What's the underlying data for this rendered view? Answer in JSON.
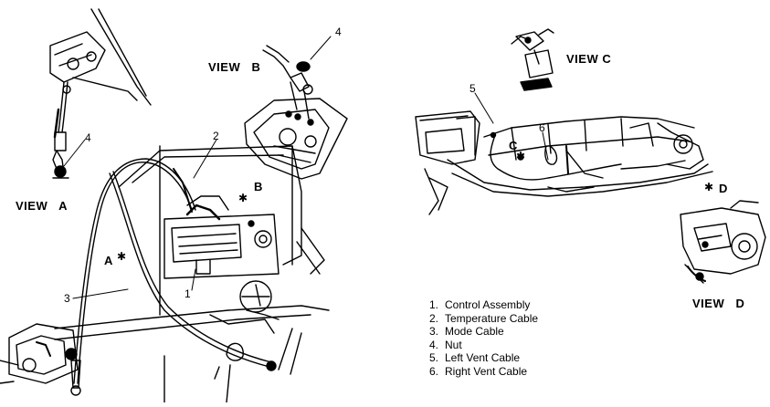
{
  "views": {
    "a": "VIEW   A",
    "b": "VIEW   B",
    "c": "VIEW C",
    "d": "VIEW   D"
  },
  "callouts": {
    "n1": "1",
    "n2": "2",
    "n3": "3",
    "n4_view_a": "4",
    "n4_view_b": "4",
    "n5": "5",
    "n6": "6",
    "letter_a": "A",
    "letter_b": "B",
    "letter_c": "C",
    "letter_d": "D",
    "star": "✱"
  },
  "legend": [
    {
      "num": "1.",
      "text": "Control Assembly"
    },
    {
      "num": "2.",
      "text": "Temperature Cable"
    },
    {
      "num": "3.",
      "text": "Mode Cable"
    },
    {
      "num": "4.",
      "text": "Nut"
    },
    {
      "num": "5.",
      "text": "Left Vent Cable"
    },
    {
      "num": "6.",
      "text": "Right Vent Cable"
    }
  ]
}
